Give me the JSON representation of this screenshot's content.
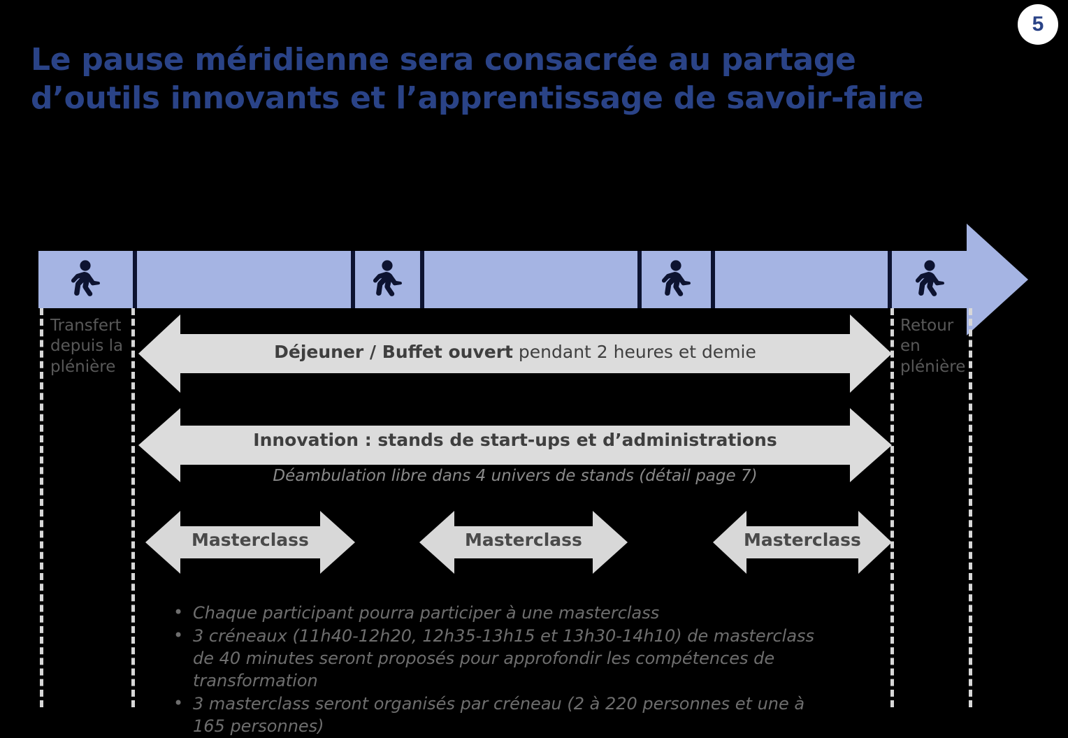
{
  "page": {
    "number": "5",
    "badge_color": "#2a4387"
  },
  "title": {
    "line1": "Le pause méridienne sera consacrée au partage",
    "line2": "d’outils innovants et l’apprentissage de savoir-faire",
    "color": "#2a4387"
  },
  "timeline": {
    "bar_color": "#a5b4e3",
    "icon_color": "#0d1330",
    "segments": [
      {
        "name": "segment-walk-1",
        "icon": "pedestrian-walking-icon",
        "has_icon": true
      },
      {
        "name": "segment-gap-1",
        "icon": "",
        "has_icon": false
      },
      {
        "name": "segment-walk-2",
        "icon": "pedestrian-walking-icon",
        "has_icon": true
      },
      {
        "name": "segment-gap-2",
        "icon": "",
        "has_icon": false
      },
      {
        "name": "segment-walk-3",
        "icon": "pedestrian-walking-icon",
        "has_icon": true
      },
      {
        "name": "segment-gap-3",
        "icon": "",
        "has_icon": false
      },
      {
        "name": "segment-walk-4",
        "icon": "pedestrian-walking-icon",
        "has_icon": true
      }
    ],
    "end_arrow": "right-arrow-head-icon"
  },
  "side_labels": {
    "left": "Transfert depuis la plénière",
    "right": "Retour en plénière",
    "color": "#595959"
  },
  "bands": {
    "dejeuner": {
      "bold": "Déjeuner / Buffet ouvert",
      "regular": " pendant 2 heures et demie",
      "fill": "#dcdcdc"
    },
    "innovation": {
      "label": "Innovation : stands de start-ups et d’administrations",
      "subtitle": "Déambulation libre dans 4 univers de stands (détail page 7)",
      "fill": "#dcdcdc"
    },
    "masterclass": [
      {
        "label": "Masterclass"
      },
      {
        "label": "Masterclass"
      },
      {
        "label": "Masterclass"
      }
    ],
    "masterclass_fill": "#d8d8d8"
  },
  "bullets": [
    "Chaque participant pourra participer à une masterclass",
    "3 créneaux (11h40-12h20, 12h35-13h15 et 13h30-14h10) de masterclass de 40 minutes seront proposés pour approfondir les compétences de transformation",
    "3 masterclass seront organisés par créneau (2 à 220 personnes et une à 165 personnes)"
  ]
}
